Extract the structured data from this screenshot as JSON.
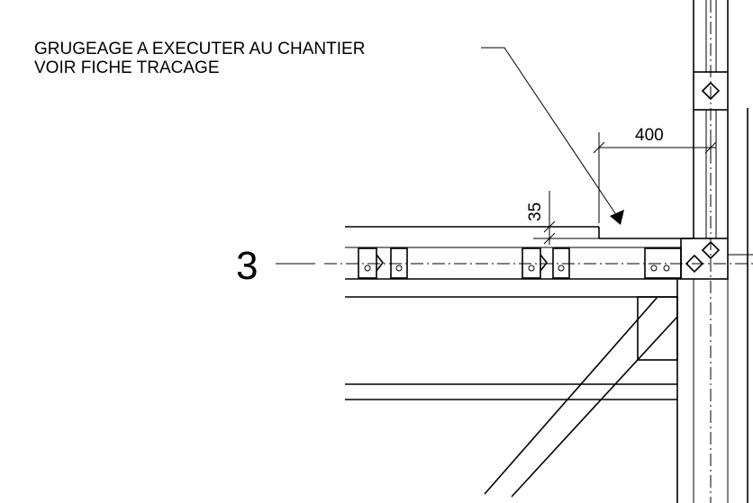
{
  "annotation": {
    "line1": "GRUGEAGE A EXECUTER AU CHANTIER",
    "line2": "VOIR FICHE TRACAGE"
  },
  "dimensions": {
    "horizontal": "400",
    "vertical": "35"
  },
  "axis_label": "3"
}
